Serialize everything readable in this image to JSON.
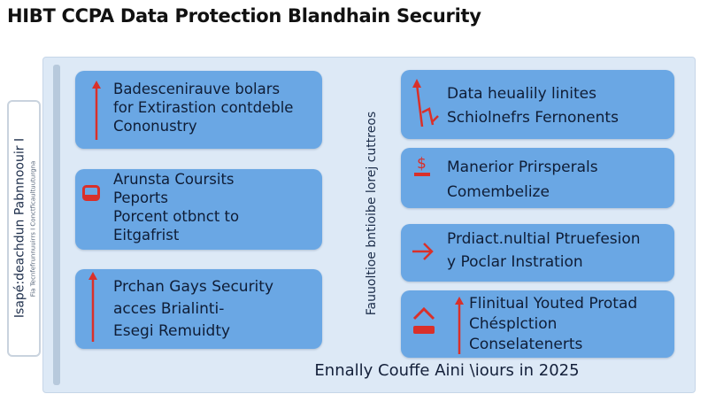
{
  "title": "HIBT CCPA Data Protection Blandhain Security",
  "left_strip": {
    "main": "Isapé:deachdun Pabnnoouir I",
    "sub": "Fia Tecnfefrunnuuirrs I Conctficaultuuturgna"
  },
  "middle_label": "Fauuoltioe bntioibe lorej cuttreos",
  "left_cards": [
    {
      "icon": "arrow-up-icon",
      "lines": [
        "Badescenirauve bolars",
        "for Extirastion contdeble",
        "Cononustry"
      ]
    },
    {
      "icon": "monitor-icon",
      "lines": [
        "Arunsta Coursits",
        "Peports",
        "Porcent otbnct to",
        "Eitgafrist"
      ]
    },
    {
      "icon": "arrow-up-icon",
      "lines": [
        "Prchan Gays Security",
        "acces Brialinti-",
        "Esegi Remuidty"
      ]
    }
  ],
  "right_cards": [
    {
      "icon": "trend-arrow-icon",
      "lines": [
        "Data heualily linites",
        "Schiolnefrs Fernonents"
      ]
    },
    {
      "icon": "dollar-icon",
      "lines": [
        "Manerior Prirsperals",
        "Comembelize"
      ]
    },
    {
      "icon": "arrow-right-icon",
      "lines": [
        "Prdiact.nultial Ptruefesion",
        "y Poclar Instration"
      ]
    },
    {
      "icon": "home-arrow-icon",
      "lines": [
        "Flinitual Youted Protad",
        "Chésplction",
        "Conselatenerts"
      ]
    }
  ],
  "footer": "Ennally Couffe Aini \\iours in 2025",
  "colors": {
    "card": "#6aa7e4",
    "panel": "#dde9f6",
    "accent": "#d9302a"
  }
}
